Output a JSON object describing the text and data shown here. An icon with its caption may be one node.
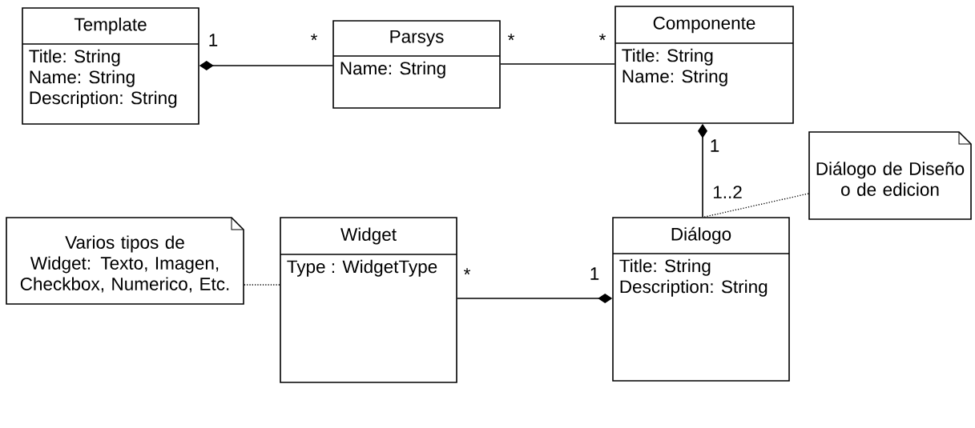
{
  "diagram": {
    "nodes": [
      {
        "text": [
          "Template",
          "Title: String",
          "Name: String",
          "Description: String"
        ]
      },
      {
        "text": [
          "Parsys",
          "Name: String"
        ]
      },
      {
        "text": [
          "Componente",
          "Title: String",
          "Name: String"
        ]
      },
      {
        "text": [
          "Diálogo de Diseño o de edicion"
        ]
      },
      {
        "text": [
          "Varios tipos de Widget: Texto, Imagen, Checkbox, Numerico, Etc."
        ]
      },
      {
        "text": [
          "Widget",
          "Type : WidgetType"
        ]
      },
      {
        "text": [
          "Diálogo",
          "Title: String",
          "Description: String"
        ]
      }
    ],
    "edges": [
      {
        "from": 0,
        "to": 1,
        "arrow": "other"
      },
      {
        "from": 1,
        "to": 2,
        "arrow": "none"
      },
      {
        "from": 2,
        "to": 6,
        "arrow": "other"
      },
      {
        "from": 3,
        "to": 6,
        "arrow": "none",
        "style": "dashed"
      },
      {
        "from": 4,
        "to": 5,
        "arrow": "none",
        "style": "dashed"
      },
      {
        "from": 6,
        "to": 5,
        "arrow": "other"
      }
    ],
    "labels": [
      "1",
      "*",
      "*",
      "*",
      "1",
      "1..2",
      "*",
      "1"
    ]
  }
}
